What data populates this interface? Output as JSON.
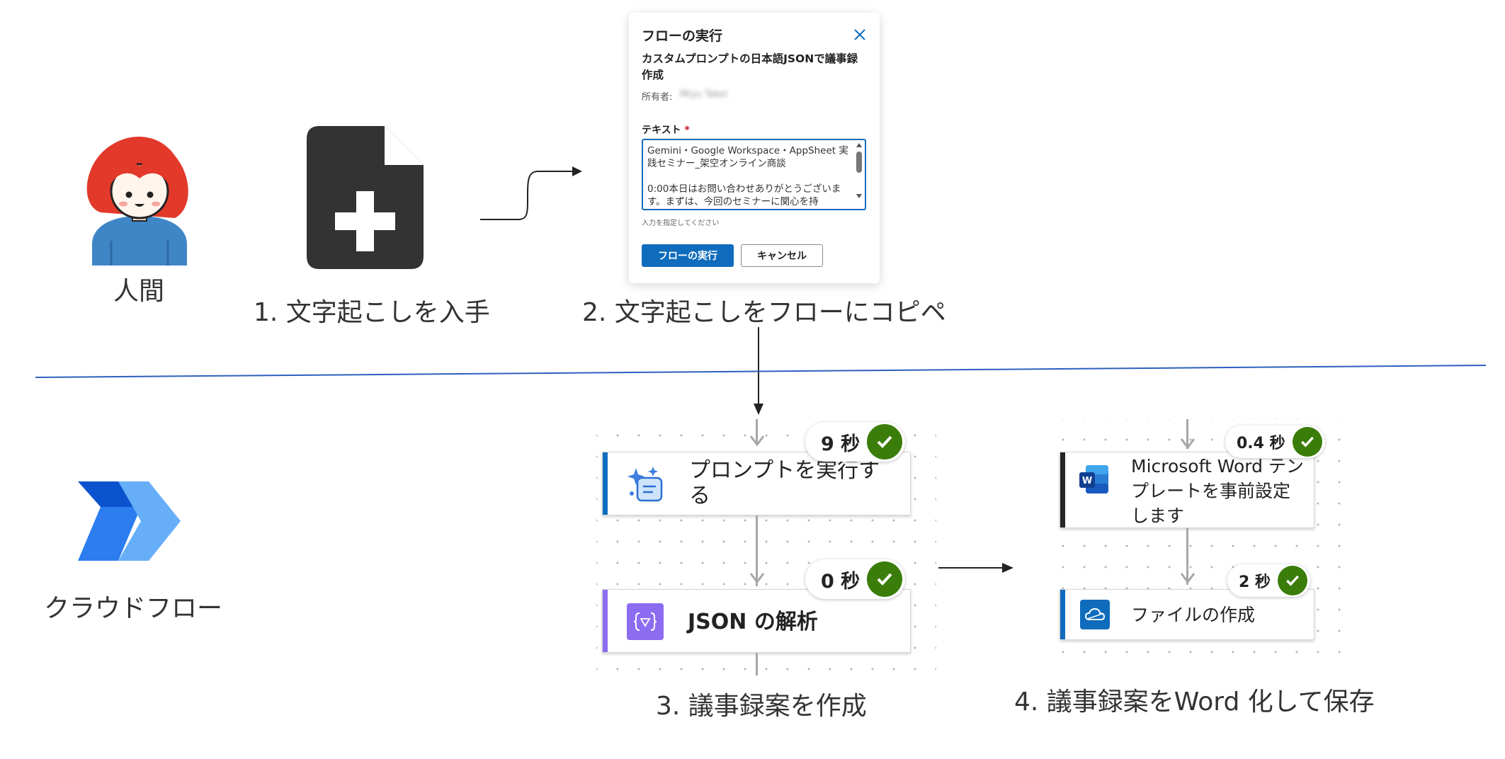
{
  "human": {
    "label": "人間",
    "step1_caption": "1. 文字起こしを入手",
    "step2_caption": "2. 文字起こしをフローにコピペ"
  },
  "dialog": {
    "title": "フローの実行",
    "flow_name": "カスタムプロンプトの日本語JSONで議事録作成",
    "owner_label": "所有者:",
    "owner_value": "Miyu Takei",
    "field_label": "テキスト",
    "required_mark": "*",
    "text_line1": "Gemini・Google Workspace・AppSheet 実践セミナー_架空オンライン商談",
    "text_line2": "0:00本日はお問い合わせありがとうございます。まずは、今回のセミナーに関心を持",
    "hint": "入力を指定してください",
    "run_button": "フローの実行",
    "cancel_button": "キャンセル"
  },
  "cloud": {
    "label": "クラウドフロー",
    "step3_caption": "3. 議事録案を作成",
    "step4_caption": "4. 議事録案をWord 化して保存"
  },
  "actions": {
    "prompt": {
      "title": "プロンプトを実行する",
      "duration": "9 秒",
      "accent": "#0f6cbd"
    },
    "json": {
      "title": "JSON の解析",
      "duration": "0 秒",
      "accent": "#8c6cf0"
    },
    "word": {
      "title": "Microsoft Word テンプレートを事前設定します",
      "duration": "0.4 秒",
      "accent": "#242424"
    },
    "file": {
      "title": "ファイルの作成",
      "duration": "2 秒",
      "accent": "#0f6cbd"
    }
  },
  "colors": {
    "divider": "#2e5fbf",
    "success": "#3a7d0a",
    "primary_button": "#0f6cbd"
  },
  "icons": [
    "person-avatar",
    "file-add-icon",
    "power-automate-logo",
    "ai-prompt-icon",
    "json-parse-icon",
    "word-icon",
    "onedrive-icon",
    "checkmark-icon"
  ]
}
